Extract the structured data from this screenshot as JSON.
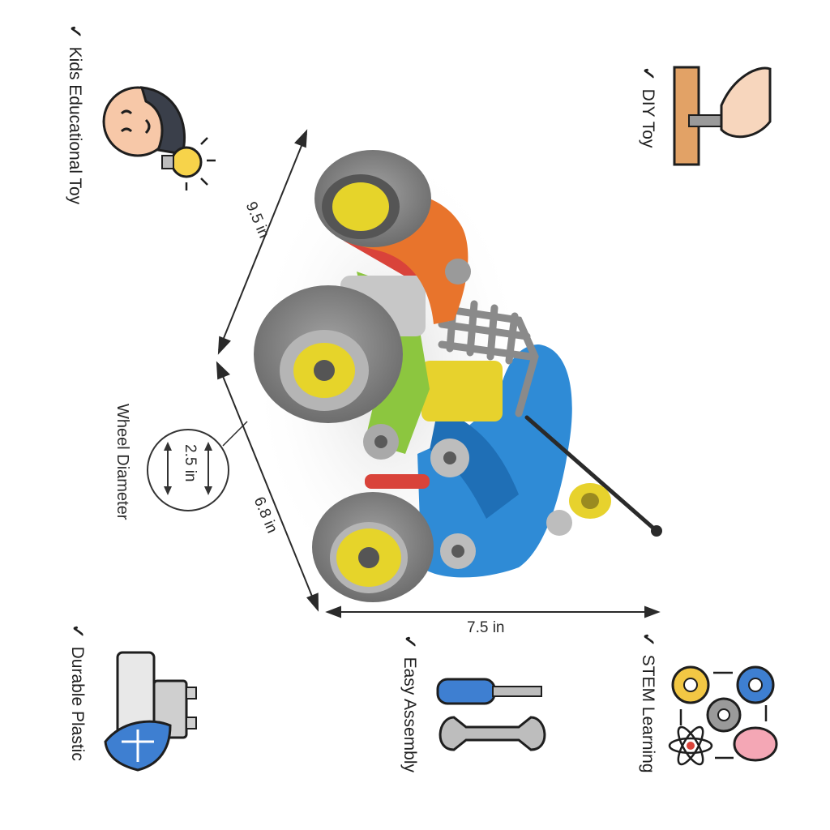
{
  "features": {
    "kids_educational": "Kids Educational Toy",
    "diy": "DIY Toy",
    "durable": "Durable Plastic",
    "easy_assembly": "Easy Assembly",
    "stem": "STEM Learning"
  },
  "check_mark": "✓",
  "dimensions": {
    "length": "9.5 in",
    "width": "6.8 in",
    "height": "7.5 in",
    "wheel_value": "2.5 in",
    "wheel_label": "Wheel Diameter"
  },
  "colors": {
    "tire": "#8d8d8d",
    "hub": "#e6d42a",
    "orange": "#e8742c",
    "blue": "#2e8ad4",
    "green": "#8cc63f",
    "red": "#d9433a"
  }
}
